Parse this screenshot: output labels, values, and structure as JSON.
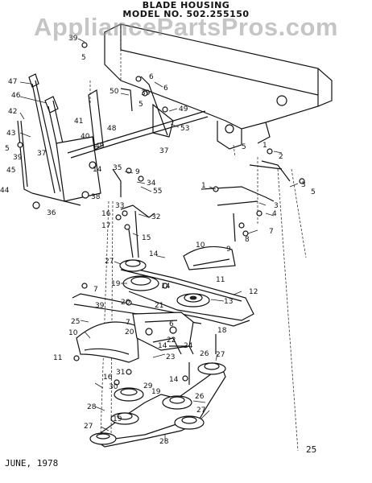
{
  "header": {
    "title": "BLADE HOUSING",
    "model": "MODEL NO. 502.255150"
  },
  "watermark": "AppliancePartsPros.com",
  "footer": {
    "date": "JUNE, 1978",
    "page": "25"
  },
  "callouts": [
    "39",
    "5",
    "47",
    "46",
    "50",
    "39",
    "6",
    "42",
    "41",
    "48",
    "49",
    "53",
    "43",
    "5",
    "39",
    "37",
    "40",
    "49",
    "37",
    "45",
    "14",
    "35",
    "9",
    "44",
    "38",
    "34",
    "36",
    "55",
    "16",
    "33",
    "32",
    "17",
    "1",
    "2",
    "3",
    "5",
    "1",
    "3",
    "4",
    "7",
    "15",
    "8",
    "9",
    "27",
    "14",
    "10",
    "11",
    "7",
    "19",
    "14",
    "13",
    "12",
    "39",
    "20",
    "21",
    "25",
    "7",
    "6",
    "20",
    "18",
    "10",
    "22",
    "24",
    "14",
    "23",
    "26",
    "27",
    "11",
    "31",
    "16",
    "30",
    "14",
    "29",
    "26",
    "19",
    "28",
    "27",
    "19",
    "27",
    "28",
    "5",
    "6",
    "5"
  ],
  "colors": {
    "ink": "#111111",
    "watermark": "#969696",
    "background": "#ffffff"
  }
}
